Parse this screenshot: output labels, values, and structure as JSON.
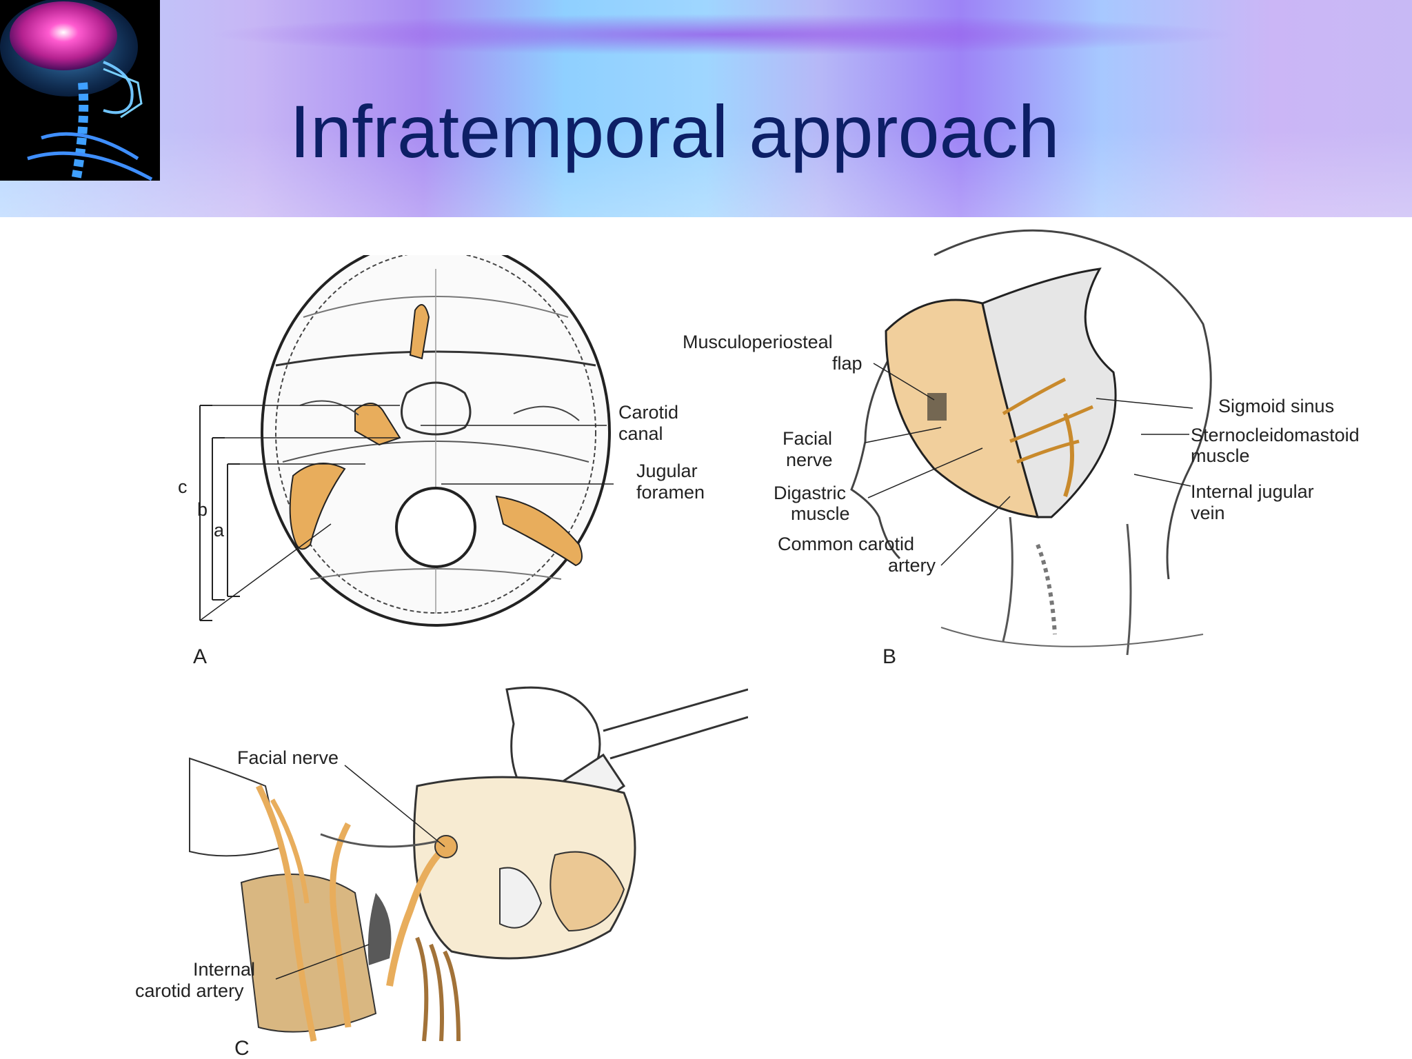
{
  "slide": {
    "title": "Infratemporal approach"
  },
  "colors": {
    "title": "#0d1f66",
    "highlight": "#e8ad5c",
    "flap": "#f1cf9c"
  },
  "logo": {
    "icon": "brain-skull-xray-icon"
  },
  "figure_a": {
    "panel": "A",
    "labels": {
      "carotid_1": "Carotid",
      "carotid_2": "canal",
      "jugular_1": "Jugular",
      "jugular_2": "foramen",
      "c": "c",
      "b": "b",
      "a": "a"
    }
  },
  "figure_b": {
    "panel": "B",
    "labels": {
      "musculo_1": "Musculoperiosteal",
      "musculo_2": "flap",
      "facial_1": "Facial",
      "facial_2": "nerve",
      "digastric_1": "Digastric",
      "digastric_2": "muscle",
      "common_1": "Common carotid",
      "common_2": "artery",
      "sigmoid": "Sigmoid sinus",
      "sterno_1": "Sternocleidomastoid",
      "sterno_2": "muscle",
      "ijv_1": "Internal jugular",
      "ijv_2": "vein"
    }
  },
  "figure_c": {
    "panel": "C",
    "labels": {
      "facial": "Facial nerve",
      "ica_1": "Internal",
      "ica_2": "carotid artery"
    }
  }
}
